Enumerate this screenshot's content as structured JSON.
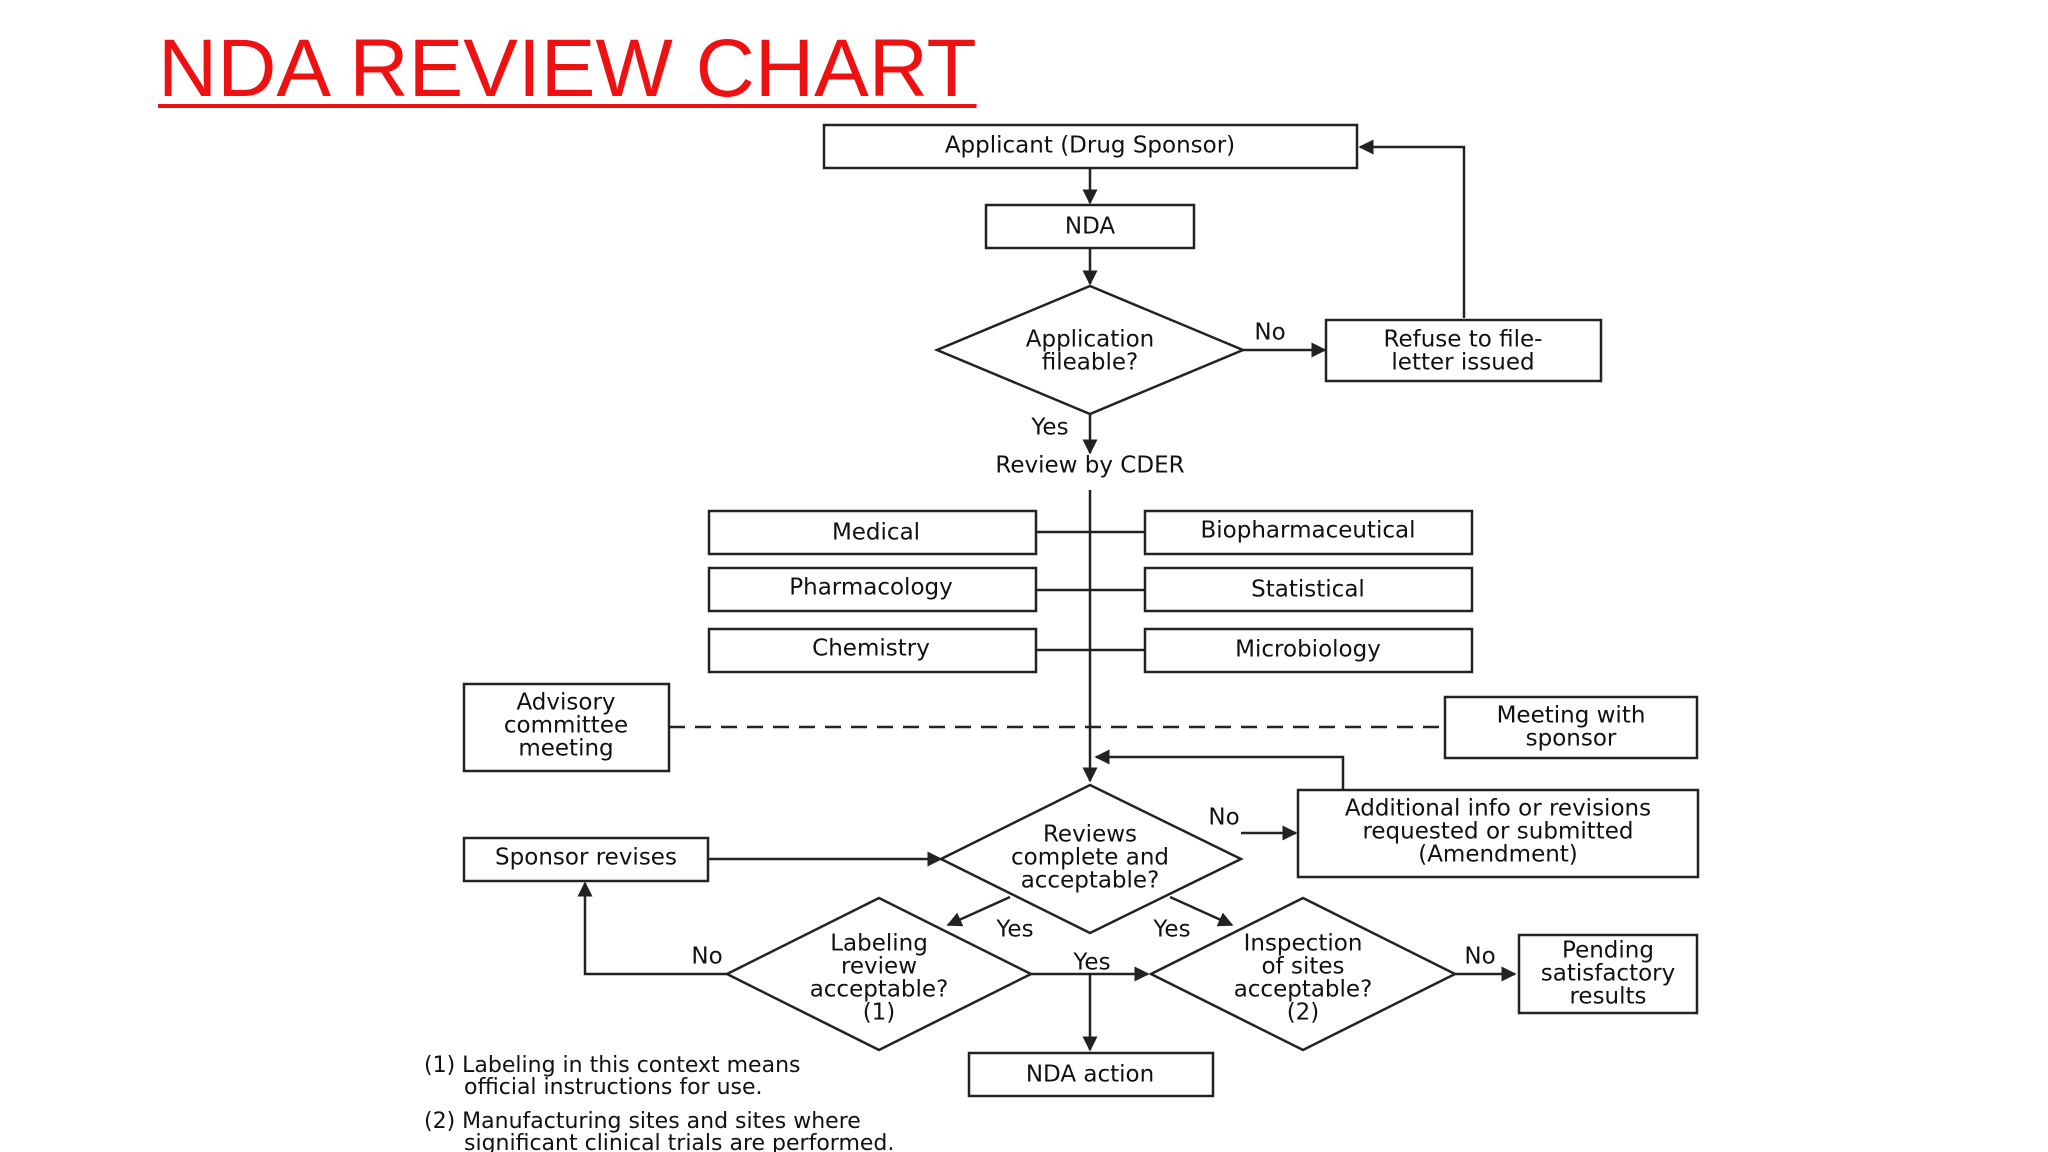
{
  "title": "NDA REVIEW CHART",
  "nodes": {
    "applicant": "Applicant (Drug Sponsor)",
    "nda": "NDA",
    "fileable": [
      "Application",
      "fileable?"
    ],
    "refuse": [
      "Refuse to file-",
      "letter issued"
    ],
    "review_by_cder": "Review by CDER",
    "medical": "Medical",
    "biopharmaceutical": "Biopharmaceutical",
    "pharmacology": "Pharmacology",
    "statistical": "Statistical",
    "chemistry": "Chemistry",
    "microbiology": "Microbiology",
    "advisory": [
      "Advisory",
      "committee",
      "meeting"
    ],
    "meeting": [
      "Meeting with",
      "sponsor"
    ],
    "reviews_complete": [
      "Reviews",
      "complete and",
      "acceptable?"
    ],
    "additional_info": [
      "Additional info or revisions",
      "requested or submitted",
      "(Amendment)"
    ],
    "sponsor_revises": "Sponsor revises",
    "labeling": [
      "Labeling",
      "review",
      "acceptable?",
      "(1)"
    ],
    "inspection": [
      "Inspection",
      "of sites",
      "acceptable?",
      "(2)"
    ],
    "pending": [
      "Pending",
      "satisfactory",
      "results"
    ],
    "nda_action": "NDA action"
  },
  "edge_labels": {
    "fileable_no": "No",
    "fileable_yes": "Yes",
    "reviews_no": "No",
    "reviews_yes_left": "Yes",
    "reviews_yes_right": "Yes",
    "labeling_no": "No",
    "labeling_yes": "Yes",
    "inspection_no": "No"
  },
  "footnotes": [
    [
      "(1) Labeling in this context means",
      "official instructions for use."
    ],
    [
      "(2) Manufacturing sites and sites where",
      "significant clinical trials are performed."
    ]
  ]
}
